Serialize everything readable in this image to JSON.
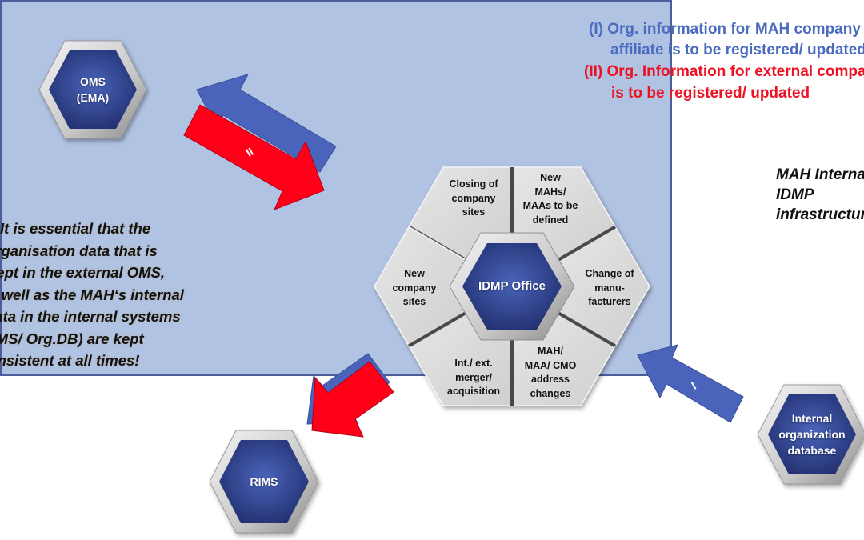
{
  "legend": {
    "item_1_line_1": "(I) Org. information for MAH company",
    "item_1_line_2": "affiliate is to be registered/ updated",
    "item_2_line_1": "(II) Org. Information for external company",
    "item_2_line_2": "is to be registered/ updated"
  },
  "note": {
    "lines": [
      "It is essential that the",
      "organisation data that is",
      "kept in the external OMS,",
      "as well as the MAH‘s internal",
      "data in the internal systems",
      "(RIMS/ Org.DB) are kept",
      "consistent at all times!"
    ]
  },
  "infrastructure": {
    "label_lines": [
      "MAH Internal",
      "IDMP",
      "infrastructure"
    ]
  },
  "nodes": {
    "oms": {
      "line_1": "OMS",
      "line_2": "(EMA)"
    },
    "rims": {
      "label": "RIMS"
    },
    "internal_db": {
      "line_1": "Internal",
      "line_2": "organization",
      "line_3": "database"
    },
    "idmp_office": {
      "label": "IDMP Office"
    }
  },
  "segments": [
    {
      "lines": [
        "Closing of",
        "company",
        "sites"
      ]
    },
    {
      "lines": [
        "New",
        "MAHs/",
        "MAAs to be",
        "defined"
      ]
    },
    {
      "lines": [
        "Change of",
        "manu-",
        "facturers"
      ]
    },
    {
      "lines": [
        "MAH/",
        "MAA/ CMO",
        "address",
        "changes"
      ]
    },
    {
      "lines": [
        "Int./ ext.",
        "merger/",
        "acquisition"
      ]
    },
    {
      "lines": [
        "New",
        "company",
        "sites"
      ]
    }
  ],
  "arrows": {
    "external_label": "II",
    "internal_label": "I"
  },
  "colors": {
    "blue_arrow": "#4a64bb",
    "red_arrow": "#ff0018",
    "hex_fill": "#2e3f8f",
    "box_fill": "#b1c3e3",
    "segment_fill": "#d9d9d9"
  }
}
